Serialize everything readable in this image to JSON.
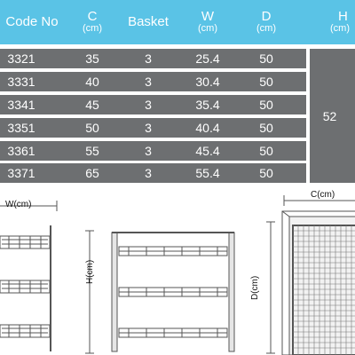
{
  "table": {
    "headers": [
      {
        "main": "Code No",
        "sub": ""
      },
      {
        "main": "C",
        "sub": "(cm)"
      },
      {
        "main": "Basket",
        "sub": ""
      },
      {
        "main": "W",
        "sub": "(cm)"
      },
      {
        "main": "D",
        "sub": "(cm)"
      },
      {
        "main": "H",
        "sub": "(cm)"
      }
    ],
    "rows": [
      {
        "code": "3321",
        "c": "35",
        "basket": "3",
        "w": "25.4",
        "d": "50"
      },
      {
        "code": "3331",
        "c": "40",
        "basket": "3",
        "w": "30.4",
        "d": "50"
      },
      {
        "code": "3341",
        "c": "45",
        "basket": "3",
        "w": "35.4",
        "d": "50"
      },
      {
        "code": "3351",
        "c": "50",
        "basket": "3",
        "w": "40.4",
        "d": "50"
      },
      {
        "code": "3361",
        "c": "55",
        "basket": "3",
        "w": "45.4",
        "d": "50"
      },
      {
        "code": "3371",
        "c": "65",
        "basket": "3",
        "w": "55.4",
        "d": "50"
      }
    ],
    "h_value": "52"
  },
  "drawings": {
    "width_label": "W(cm)",
    "height_label": "H(cm)",
    "depth_label": "D(cm)",
    "c_label": "C(cm)"
  },
  "colors": {
    "header_bg": "#5ac3e6",
    "row_bg": "#6d6f71",
    "text_light": "#ffffff"
  }
}
